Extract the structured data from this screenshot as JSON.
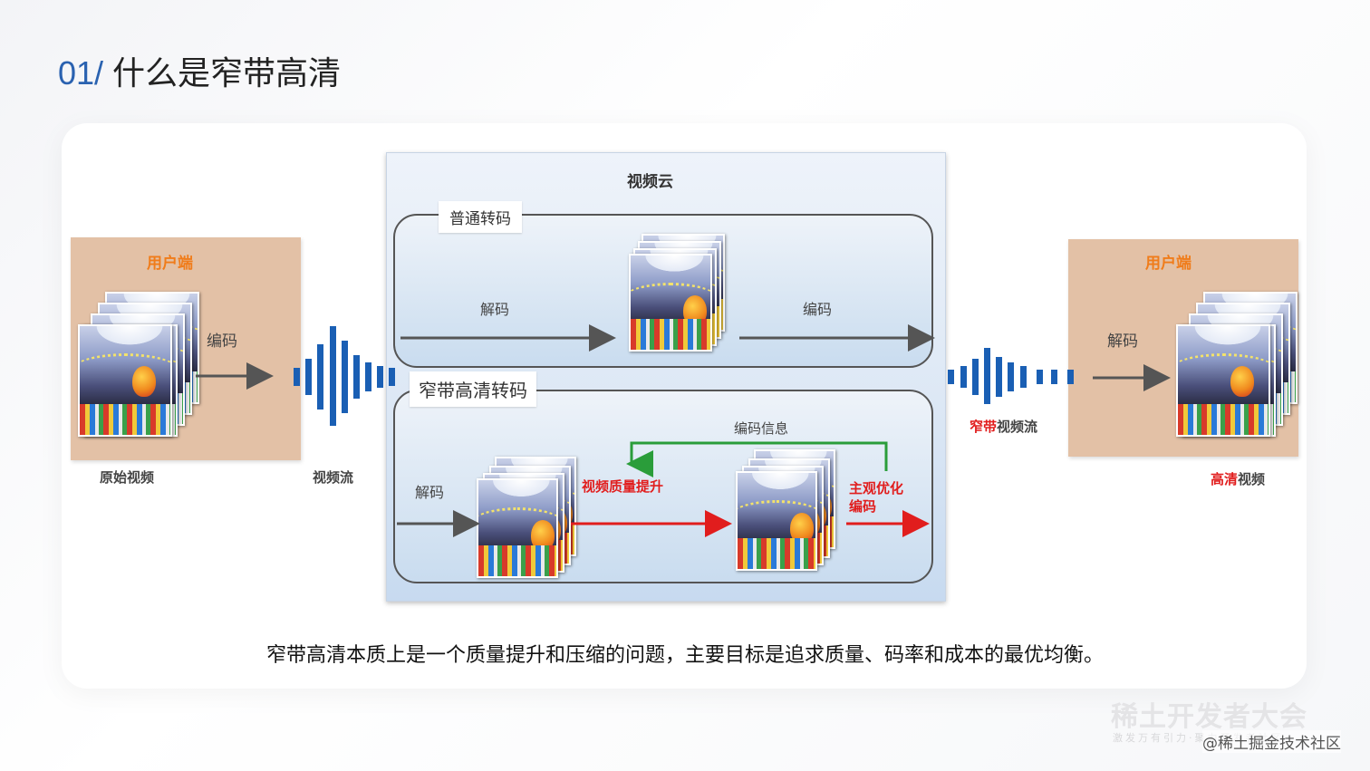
{
  "slide": {
    "number": "01/",
    "title": "什么是窄带高清"
  },
  "left": {
    "user_label": "用户端",
    "encode_label": "编码",
    "source_caption": "原始视频",
    "stream_caption": "视频流"
  },
  "cloud": {
    "title": "视频云",
    "normal": {
      "tag": "普通转码",
      "decode_label": "解码",
      "encode_label": "编码"
    },
    "nbhd": {
      "tag": "窄带高清转码",
      "decode_label": "解码",
      "feedback_label": "编码信息",
      "enhance_label": "视频质量提升",
      "subjective_label_1": "主观优化",
      "subjective_label_2": "编码"
    }
  },
  "right": {
    "user_label": "用户端",
    "decode_label": "解码",
    "stream_caption_red": "窄带",
    "stream_caption_rest": "视频流",
    "output_caption_red": "高清",
    "output_caption_rest": "视频"
  },
  "caption": "窄带高清本质上是一个质量提升和压缩的问题，主要目标是追求质量、码率和成本的最优均衡。",
  "watermark": {
    "brand": "稀土开发者大会",
    "tagline": "激发万有引力·聚力开发者社区",
    "credit": "@稀土掘金技术社区"
  },
  "colors": {
    "accent_blue": "#2a62b0",
    "user_orange": "#f07c1a",
    "user_box": "#e3c1a6",
    "wave_blue": "#1a5fb4",
    "highlight_red": "#e11d1d",
    "feedback_green": "#2a9d3a"
  },
  "icons": [
    "soundwave-icon",
    "video-frame-stack-icon",
    "arrow-right-icon"
  ]
}
